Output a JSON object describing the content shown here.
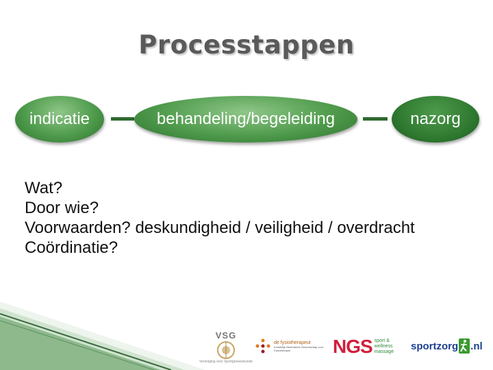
{
  "slide": {
    "title": "Processtappen",
    "steps": [
      {
        "label": "indicatie"
      },
      {
        "label": "behandeling/begeleiding"
      },
      {
        "label": "nazorg"
      }
    ],
    "questions": [
      "Wat?",
      "Door wie?",
      "Voorwaarden? deskundigheid / veiligheid / overdracht",
      "Coördinatie?"
    ]
  },
  "logos": {
    "vsg": {
      "text": "VSG",
      "caption": "Vereniging voor Sportgeneeskunde"
    },
    "fysio": {
      "name": "de fysiotherapeut",
      "tagline": "Koninklijk Nederlands Genootschap voor Fysiotherapie"
    },
    "ngs": {
      "text": "NGS",
      "side": "sport & wellness massage"
    },
    "sportzorg": {
      "text": "sportzorg",
      "suffix": ".nl"
    }
  },
  "colors": {
    "pill_light": "#4f9b4c",
    "pill_dark": "#2f7a30",
    "connector": "#2f6a2f",
    "title": "#5a5a5a",
    "ngs_red": "#d11f3c",
    "sportzorg_blue": "#1c3f8f",
    "sportzorg_green": "#3a9a2e"
  }
}
